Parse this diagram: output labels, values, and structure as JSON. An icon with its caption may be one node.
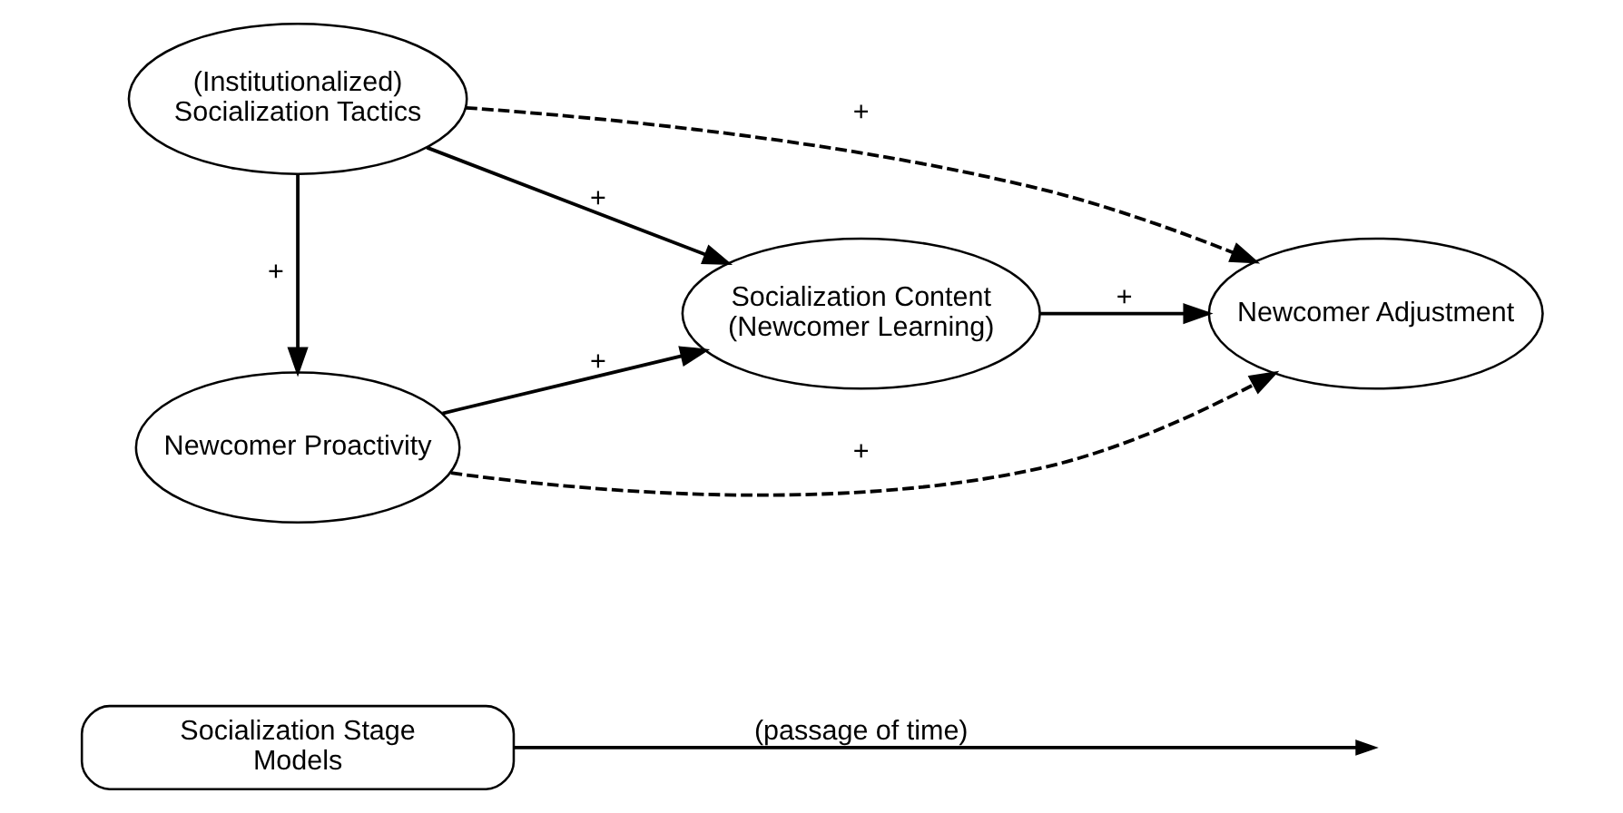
{
  "diagram": {
    "nodes": [
      {
        "text": [
          "Socialization Stage Models"
        ]
      },
      {
        "text": [
          "(Institutionalized) Socialization Tactics"
        ]
      },
      {
        "text": [
          "Socialization Content (Newcomer Learning)"
        ]
      },
      {
        "text": [
          "Newcomer Adjustment"
        ]
      },
      {
        "text": [
          "Newcomer Proactivity"
        ]
      }
    ],
    "edges": [
      {
        "from": 0,
        "to": null,
        "arrow": "to",
        "label": "(passage of time)"
      },
      {
        "from": 1,
        "to": 2,
        "arrow": "to",
        "label": "+"
      },
      {
        "from": 1,
        "to": 3,
        "arrow": "to",
        "label": "+",
        "style": "dashed"
      },
      {
        "from": 1,
        "to": 4,
        "arrow": "to",
        "label": "+"
      },
      {
        "from": 4,
        "to": 2,
        "arrow": "to",
        "label": "+"
      },
      {
        "from": 2,
        "to": 3,
        "arrow": "to",
        "label": "+"
      },
      {
        "from": 4,
        "to": 3,
        "arrow": "to",
        "label": "+",
        "style": "dashed"
      }
    ]
  }
}
